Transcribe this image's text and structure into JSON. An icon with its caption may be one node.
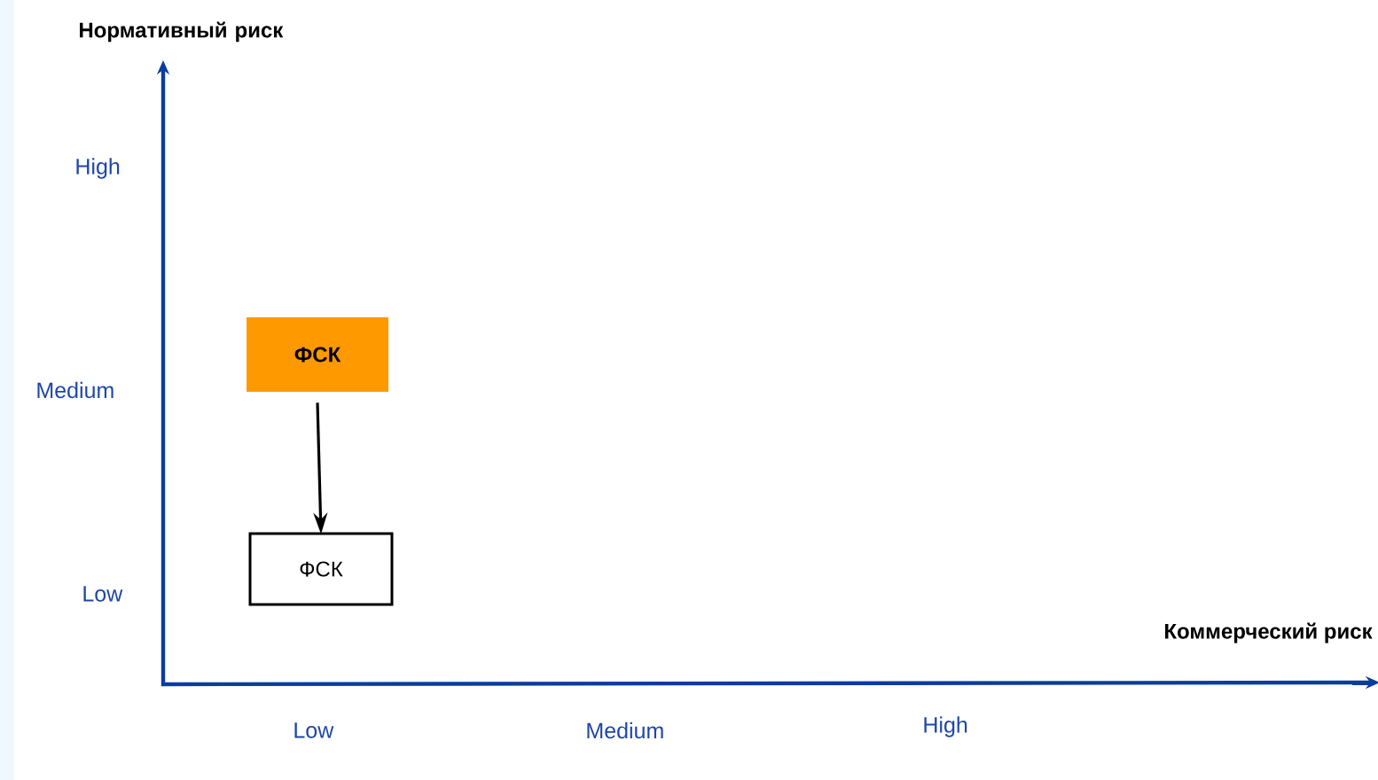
{
  "diagram": {
    "nodes": [
      {
        "text": [
          "ФСК"
        ]
      },
      {
        "text": [
          "ФСК"
        ]
      }
    ],
    "edges": [
      {
        "from": 0,
        "to": 1,
        "arrow": "to"
      }
    ],
    "labels": [
      "Нормативный риск",
      "High",
      "Medium",
      "Low",
      "Коммерческий риск",
      "Low",
      "Medium",
      "High"
    ]
  }
}
